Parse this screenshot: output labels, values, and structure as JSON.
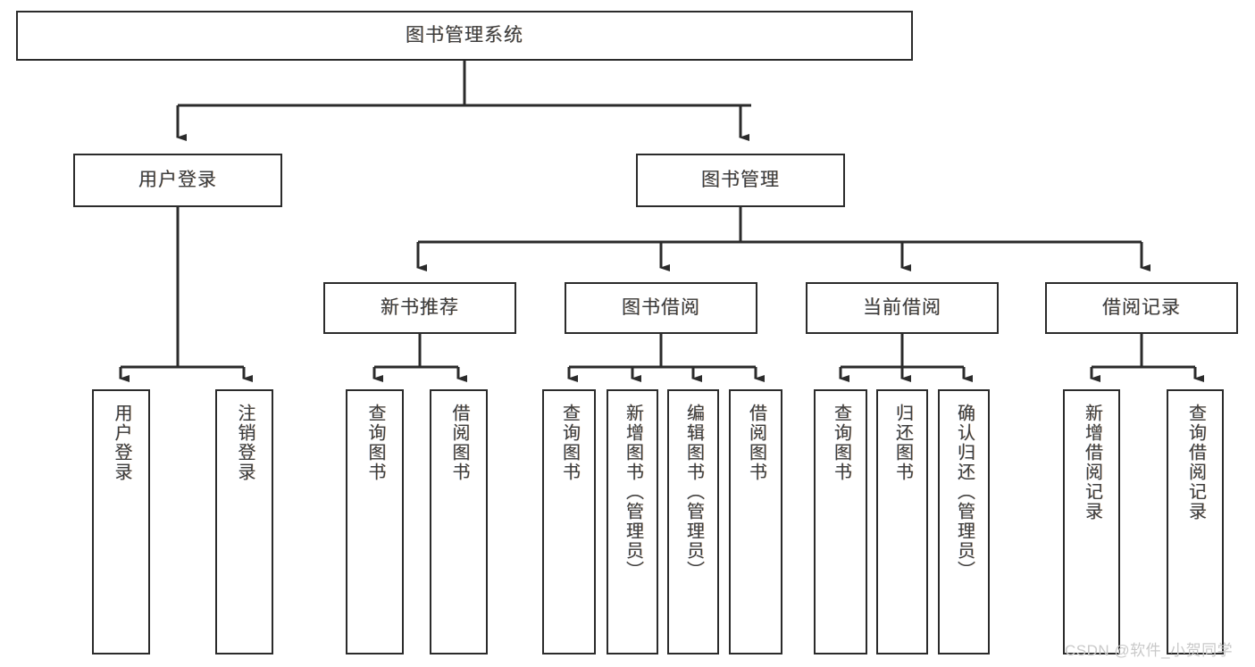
{
  "diagram": {
    "title": "图书管理系统",
    "type": "tree-hierarchy-diagram",
    "colors": {
      "box_border": "#2b2b2b",
      "box_fill": "#ffffff",
      "connector": "#2b2b2b",
      "text": "#3d3d3d",
      "watermark": "#c9c9c9",
      "background": "#ffffff"
    },
    "levels": {
      "root": {
        "label": "图书管理系统"
      },
      "level2": [
        {
          "label": "用户登录"
        },
        {
          "label": "图书管理"
        }
      ],
      "level3": [
        {
          "label": "新书推荐"
        },
        {
          "label": "图书借阅"
        },
        {
          "label": "当前借阅"
        },
        {
          "label": "借阅记录"
        }
      ],
      "leaves": {
        "user_login": [
          {
            "label": "用户登录"
          },
          {
            "label": "注销登录"
          }
        ],
        "new_book_recommend": [
          {
            "label": "查询图书"
          },
          {
            "label": "借阅图书"
          }
        ],
        "book_borrow": [
          {
            "label": "查询图书"
          },
          {
            "label": "新增图书（管理员）"
          },
          {
            "label": "编辑图书（管理员）"
          },
          {
            "label": "借阅图书"
          }
        ],
        "current_borrow": [
          {
            "label": "查询图书"
          },
          {
            "label": "归还图书"
          },
          {
            "label": "确认归还（管理员）"
          }
        ],
        "borrow_records": [
          {
            "label": "新增借阅记录"
          },
          {
            "label": "查询借阅记录"
          }
        ]
      }
    }
  },
  "watermark": {
    "text": "CSDN @软件_小贺同学"
  }
}
